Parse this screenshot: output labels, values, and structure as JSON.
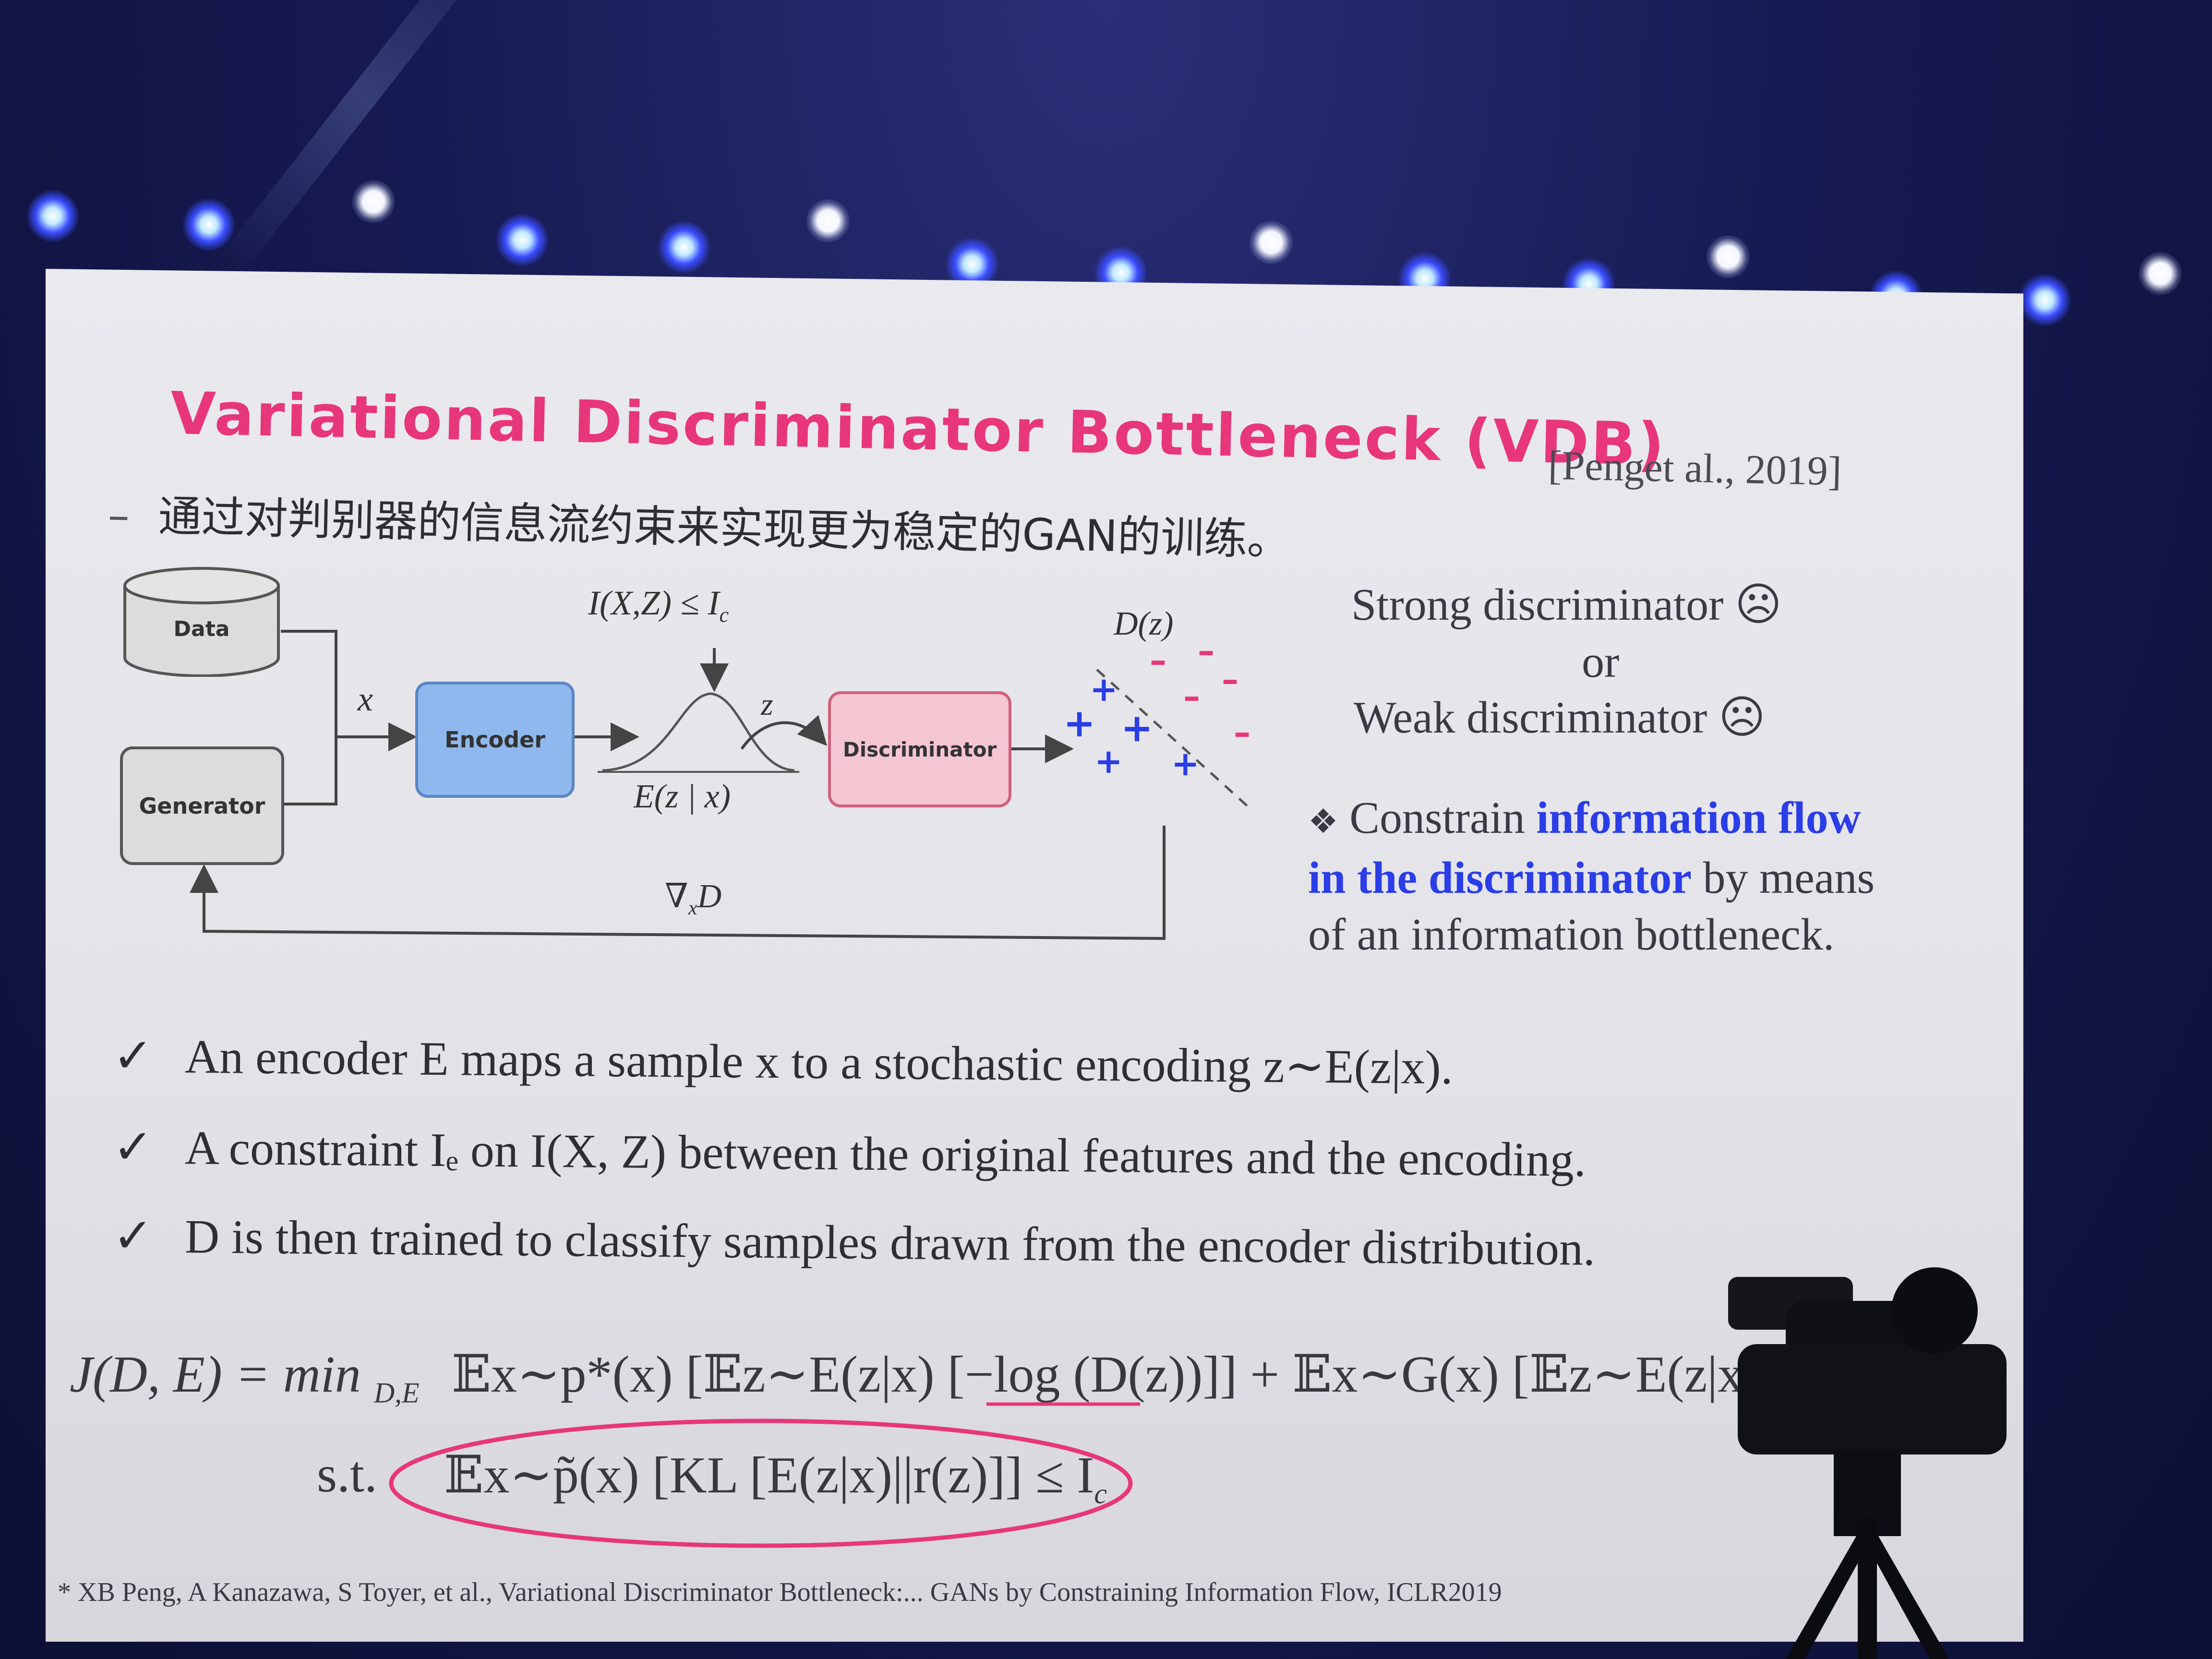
{
  "slide": {
    "title": "Variational Discriminator Bottleneck (VDB)",
    "citation": "[Penget al., 2019]",
    "subtitle_dash": "–",
    "subtitle": "通过对判别器的信息流约束来实现更为稳定的GAN的训练。",
    "diagram": {
      "data_label": "Data",
      "generator_label": "Generator",
      "encoder_label": "Encoder",
      "discriminator_label": "Discriminator",
      "x_label": "x",
      "z_label": "z",
      "constraint_label": "I(X,Z) ≤ I",
      "constraint_sub": "c",
      "encoding_label": "E(z | x)",
      "output_label": "D(z)",
      "gradient_label": "∇",
      "gradient_sub": "x",
      "gradient_tail": "D",
      "plus_symbol": "+",
      "minus_symbol": "–"
    },
    "side": {
      "strong": "Strong discriminator",
      "or": "or",
      "weak": "Weak discriminator",
      "face": "☹",
      "bullet_icon": "❖",
      "constrain": "Constrain",
      "highlight_1": "information flow",
      "highlight_2": "in the discriminator",
      "rest_1": "by means",
      "rest_2": "of an information bottleneck."
    },
    "bullets": [
      "An encoder E maps a sample x to a stochastic encoding z∼E(z|x).",
      "A constraint Iₑ on I(X, Z) between the original features and the encoding.",
      "D is then trained to classify samples drawn from the encoder distribution."
    ],
    "check": "✓",
    "equation": {
      "lhs": "J(D, E) = min",
      "min_sub": "D,E",
      "rhs": "𝔼x∼p*(x) [𝔼z∼E(z|x) [−log (D(z))]] + 𝔼x∼G(x) [𝔼z∼E(z|x) [−log",
      "st": "s.t.",
      "constraint": "𝔼x∼p̃(x) [KL [E(z|x)||r(z)]] ≤ I",
      "constraint_sub": "c",
      "ring_color": "#e8367a"
    },
    "footnote": "* XB Peng, A Kanazawa, S Toyer, et al., Variational Discriminator Bottleneck:... GANs by Constraining Information Flow, ICLR2019"
  },
  "colors": {
    "title": "#e8367a",
    "highlight": "#2a3de6",
    "encoder_fill": "#8fb8ee",
    "discriminator_fill": "#f3c6d2"
  }
}
